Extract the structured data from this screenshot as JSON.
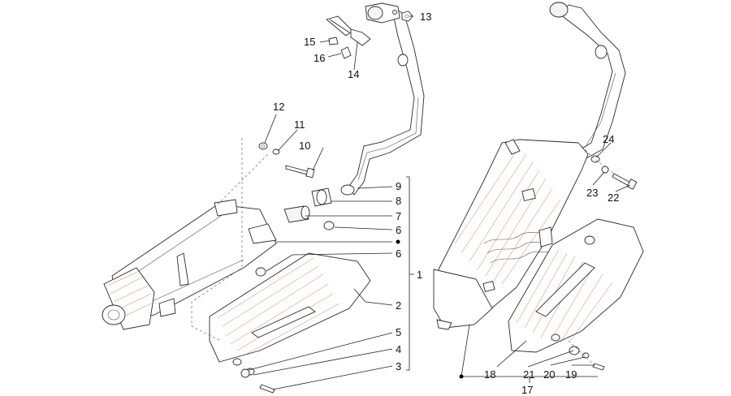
{
  "callouts": {
    "c1": "1",
    "c2": "2",
    "c3": "3",
    "c4": "4",
    "c5": "5",
    "c6a": "6",
    "c6b": "6",
    "c7": "7",
    "c8": "8",
    "c9": "9",
    "c10": "10",
    "c11": "11",
    "c12": "12",
    "c13": "13",
    "c14": "14",
    "c15": "15",
    "c16": "16",
    "c17": "17",
    "c18": "18",
    "c19": "19",
    "c20": "20",
    "c21": "21",
    "c22": "22",
    "c23": "23",
    "c24": "24"
  },
  "colors": {
    "line": "#2a2a2a",
    "hatch": "#b04848",
    "background": "#ffffff"
  }
}
